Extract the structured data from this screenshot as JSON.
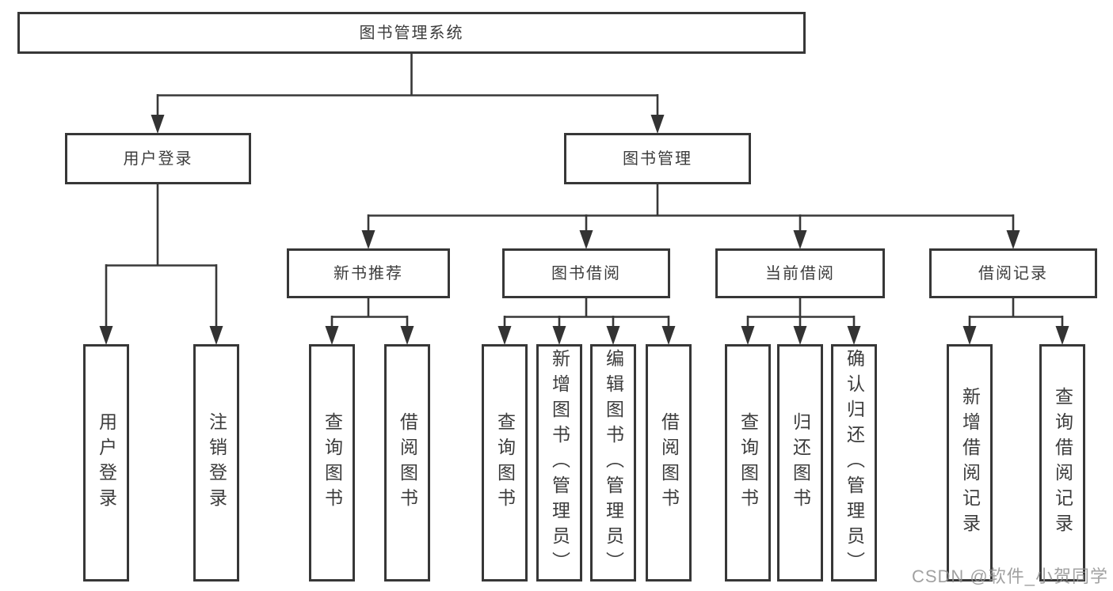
{
  "tree": {
    "label": "图书管理系统",
    "children": [
      {
        "label": "用户登录",
        "children": [
          {
            "label": "用户登录"
          },
          {
            "label": "注销登录"
          }
        ]
      },
      {
        "label": "图书管理",
        "children": [
          {
            "label": "新书推荐",
            "children": [
              {
                "label": "查询图书"
              },
              {
                "label": "借阅图书"
              }
            ]
          },
          {
            "label": "图书借阅",
            "children": [
              {
                "label": "查询图书"
              },
              {
                "label": "新增图书（管理员）"
              },
              {
                "label": "编辑图书（管理员）"
              },
              {
                "label": "借阅图书"
              }
            ]
          },
          {
            "label": "当前借阅",
            "children": [
              {
                "label": "查询图书"
              },
              {
                "label": "归还图书"
              },
              {
                "label": "确认归还（管理员）"
              }
            ]
          },
          {
            "label": "借阅记录",
            "children": [
              {
                "label": "新增借阅记录"
              },
              {
                "label": "查询借阅记录"
              }
            ]
          }
        ]
      }
    ]
  },
  "watermark": {
    "text": "CSDN @软件_小贺同学"
  },
  "colors": {
    "line": "#383838",
    "box_border": "#373737",
    "text": "#3c3c3c",
    "background": "#ffffff",
    "watermark": "#919191"
  }
}
